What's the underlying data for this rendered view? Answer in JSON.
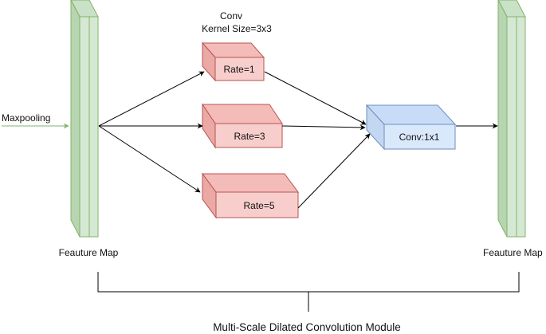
{
  "input_label": "Maxpooling",
  "left_map_label": "Feauture Map",
  "right_map_label": "Feauture Map",
  "conv_header": {
    "line1": "Conv",
    "line2": "Kernel Size=3x3"
  },
  "branches": [
    {
      "label": "Rate=1"
    },
    {
      "label": "Rate=3"
    },
    {
      "label": "Rate=5"
    }
  ],
  "merge_label": "Conv:1x1",
  "module_title": "Multi-Scale Dilated Convolution Module",
  "colors": {
    "feature_map_fill": "#d5e8d4",
    "feature_map_stroke": "#82b366",
    "feature_map_dark": "#b7d4b3",
    "conv_fill": "#f8cecc",
    "conv_stroke": "#b85450",
    "conv_dark": "#eba9a6",
    "merge_fill": "#dae8fc",
    "merge_stroke": "#6c8ebf",
    "merge_dark": "#c3d7f2",
    "input_arrow": "#82b366",
    "arrow": "#000000"
  }
}
